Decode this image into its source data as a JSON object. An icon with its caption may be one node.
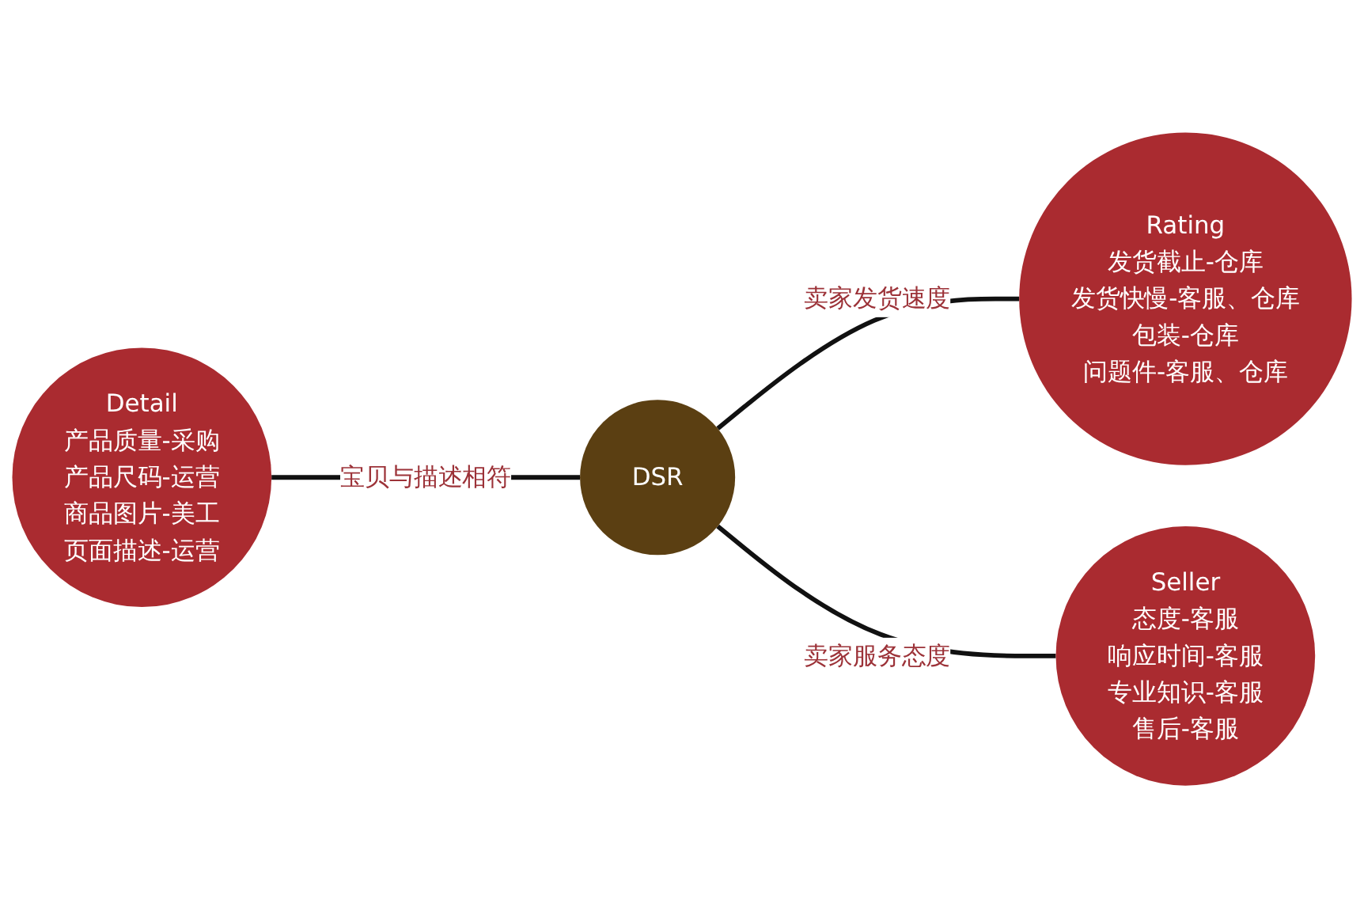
{
  "diagram": {
    "nodes": [
      {
        "text": [
          "Detail",
          "产品质量-采购",
          "产品尺码-运营",
          "商品图片-美工",
          "页面描述-运营"
        ]
      },
      {
        "text": [
          "DSR"
        ]
      },
      {
        "text": [
          "Rating",
          "发货截止-仓库",
          "发货快慢-客服、仓库",
          "包装-仓库",
          "问题件-客服、仓库"
        ]
      },
      {
        "text": [
          "Seller",
          "态度-客服",
          "响应时间-客服",
          "专业知识-客服",
          "售后-客服"
        ]
      }
    ],
    "edges": [
      {
        "from": 0,
        "to": 1,
        "arrow": "none",
        "label": "宝贝与描述相符"
      },
      {
        "from": 1,
        "to": 2,
        "arrow": "none",
        "label": "卖家发货速度"
      },
      {
        "from": 1,
        "to": 3,
        "arrow": "none",
        "label": "卖家服务态度"
      }
    ]
  }
}
